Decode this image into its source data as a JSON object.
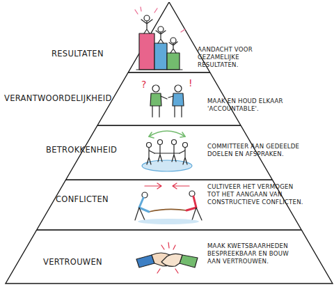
{
  "diagram": {
    "nodes": [
      {
        "text": [
          "RESULTATEN"
        ]
      },
      {
        "text": [
          "VERANTWOORDELIJKHEID"
        ]
      },
      {
        "text": [
          "BETROKKENHEID"
        ]
      },
      {
        "text": [
          "CONFLICTEN"
        ]
      },
      {
        "text": [
          "VERTROUWEN"
        ]
      }
    ],
    "labels": [
      "AANDACHT VOOR GEZAMELIJKE RESULTATEN.",
      "MAAK EN HOUD ELKAAR 'ACCOUNTABLE'.",
      "COMMITTEER AAN GEDEELDE DOELEN EN AFSPRAKEN.",
      "CULTIVEER HET VERMOGEN TOT HET AANGAAN VAN CONSTRUCTIEVE CONFLICTEN.",
      "MAAK KWETSBAARHEDEN BESPREEKBAAR EN BOUW AAN VERTROUWEN."
    ]
  }
}
